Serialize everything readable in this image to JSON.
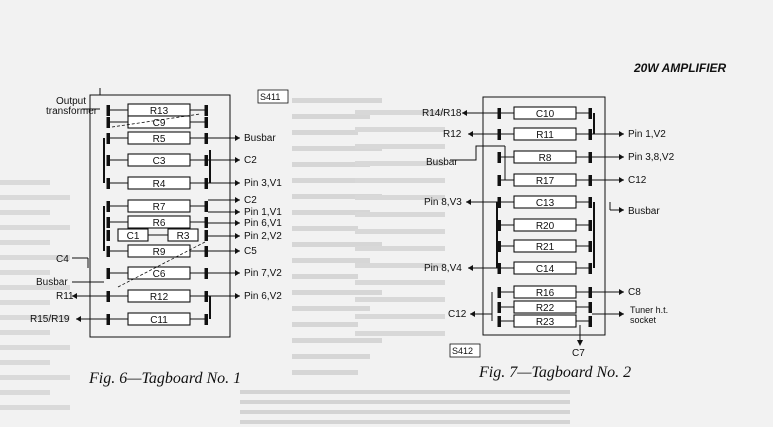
{
  "header": {
    "title": "20W AMPLIFIER"
  },
  "fig6": {
    "box_code": "S411",
    "caption": "Fig. 6—Tagboard No. 1",
    "output_label": "Output\ntransformer",
    "components": [
      "R13",
      "C9",
      "R5",
      "C3",
      "R4",
      "R7",
      "R6",
      "C1",
      "R3",
      "R9",
      "C6",
      "R12",
      "C11"
    ],
    "right_labels": [
      "Busbar",
      "C2",
      "Pin 3,V1",
      "C2",
      "Pin 1,V1",
      "Pin 6,V1",
      "Pin 2,V2",
      "C5",
      "Pin 7,V2",
      "Pin 6,V2"
    ],
    "left_labels": [
      "C4",
      "Busbar",
      "R11",
      "R15/R19"
    ]
  },
  "fig7": {
    "box_code": "S412",
    "caption": "Fig. 7—Tagboard No. 2",
    "components": [
      "C10",
      "R11",
      "R8",
      "R17",
      "C13",
      "R20",
      "R21",
      "C14",
      "R16",
      "R22",
      "R23"
    ],
    "right_labels": [
      "Pin 1,V2",
      "Pin 3,8,V2",
      "C12",
      "Busbar",
      "C8",
      "Tuner h.t.\nsocket",
      "C7"
    ],
    "left_labels": [
      "R14/R18",
      "R12",
      "Busbar",
      "Pin 8,V3",
      "Pin 8,V4",
      "C12"
    ]
  },
  "colors": {
    "ink": "#111111",
    "paper": "#f2f2f2",
    "ghost": "#b8b8b8"
  }
}
